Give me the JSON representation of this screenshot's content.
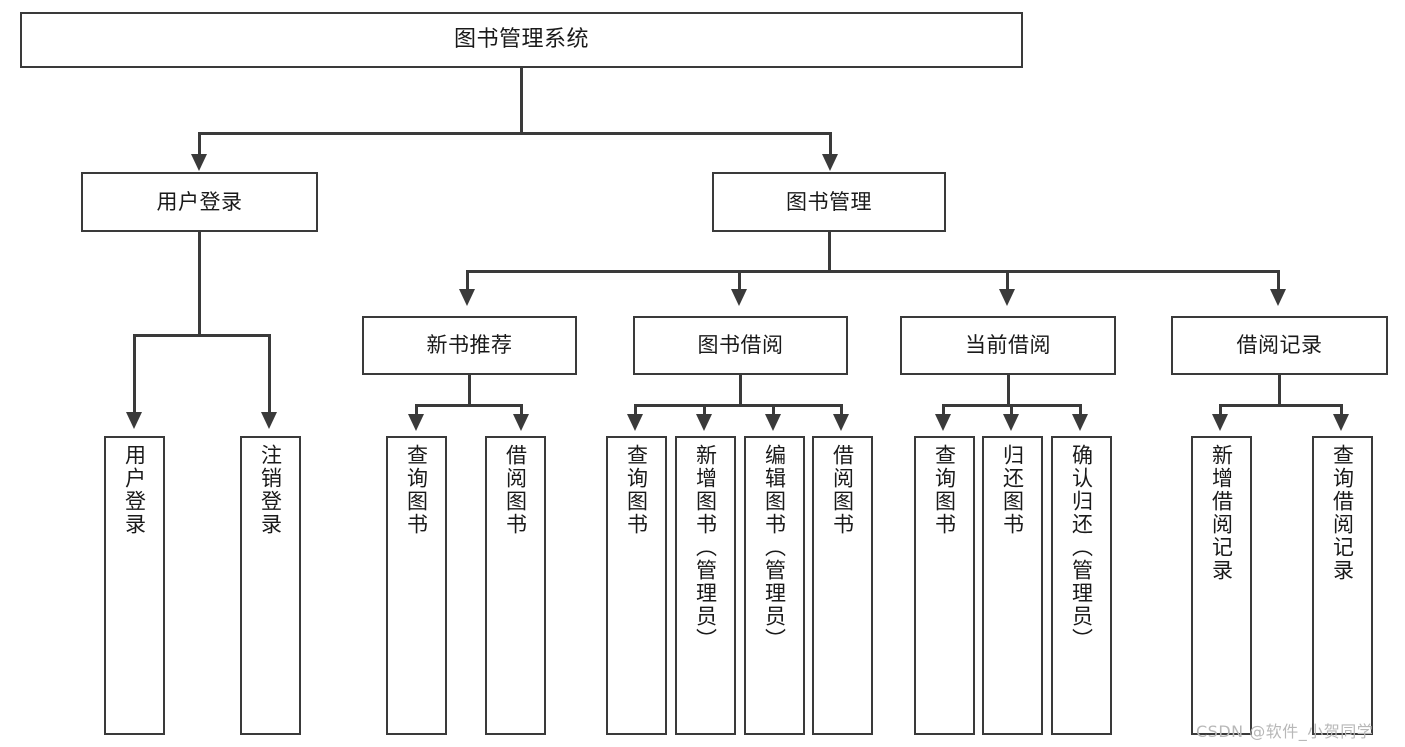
{
  "diagram": {
    "title_box": {
      "label": "图书管理系统"
    },
    "level1": [
      {
        "id": "user-login",
        "label": "用户登录"
      },
      {
        "id": "book-management",
        "label": "图书管理"
      }
    ],
    "level2": [
      {
        "id": "new-book-recommend",
        "label": "新书推荐",
        "parent": "book-management"
      },
      {
        "id": "book-borrow",
        "label": "图书借阅",
        "parent": "book-management"
      },
      {
        "id": "current-borrow",
        "label": "当前借阅",
        "parent": "book-management"
      },
      {
        "id": "borrow-record",
        "label": "借阅记录",
        "parent": "book-management"
      }
    ],
    "leaves": {
      "user-login": [
        {
          "id": "leaf-user-login",
          "label": "用户登录"
        },
        {
          "id": "leaf-user-logout",
          "label": "注销登录"
        }
      ],
      "new-book-recommend": [
        {
          "id": "leaf-query-book-1",
          "label": "查询图书"
        },
        {
          "id": "leaf-borrow-book-1",
          "label": "借阅图书"
        }
      ],
      "book-borrow": [
        {
          "id": "leaf-query-book-2",
          "label": "查询图书"
        },
        {
          "id": "leaf-add-book",
          "label": "新增图书（管理员）"
        },
        {
          "id": "leaf-edit-book",
          "label": "编辑图书（管理员）"
        },
        {
          "id": "leaf-borrow-book-2",
          "label": "借阅图书"
        }
      ],
      "current-borrow": [
        {
          "id": "leaf-query-book-3",
          "label": "查询图书"
        },
        {
          "id": "leaf-return-book",
          "label": "归还图书"
        },
        {
          "id": "leaf-confirm-return",
          "label": "确认归还（管理员）"
        }
      ],
      "borrow-record": [
        {
          "id": "leaf-add-record",
          "label": "新增借阅记录"
        },
        {
          "id": "leaf-query-record",
          "label": "查询借阅记录"
        }
      ]
    }
  },
  "watermark": {
    "text": "CSDN @软件_小贺同学"
  },
  "colors": {
    "stroke": "#3a3a3a",
    "fill": "#ffffff",
    "text": "#1a1a1a",
    "watermark": "#b8b8b8"
  }
}
